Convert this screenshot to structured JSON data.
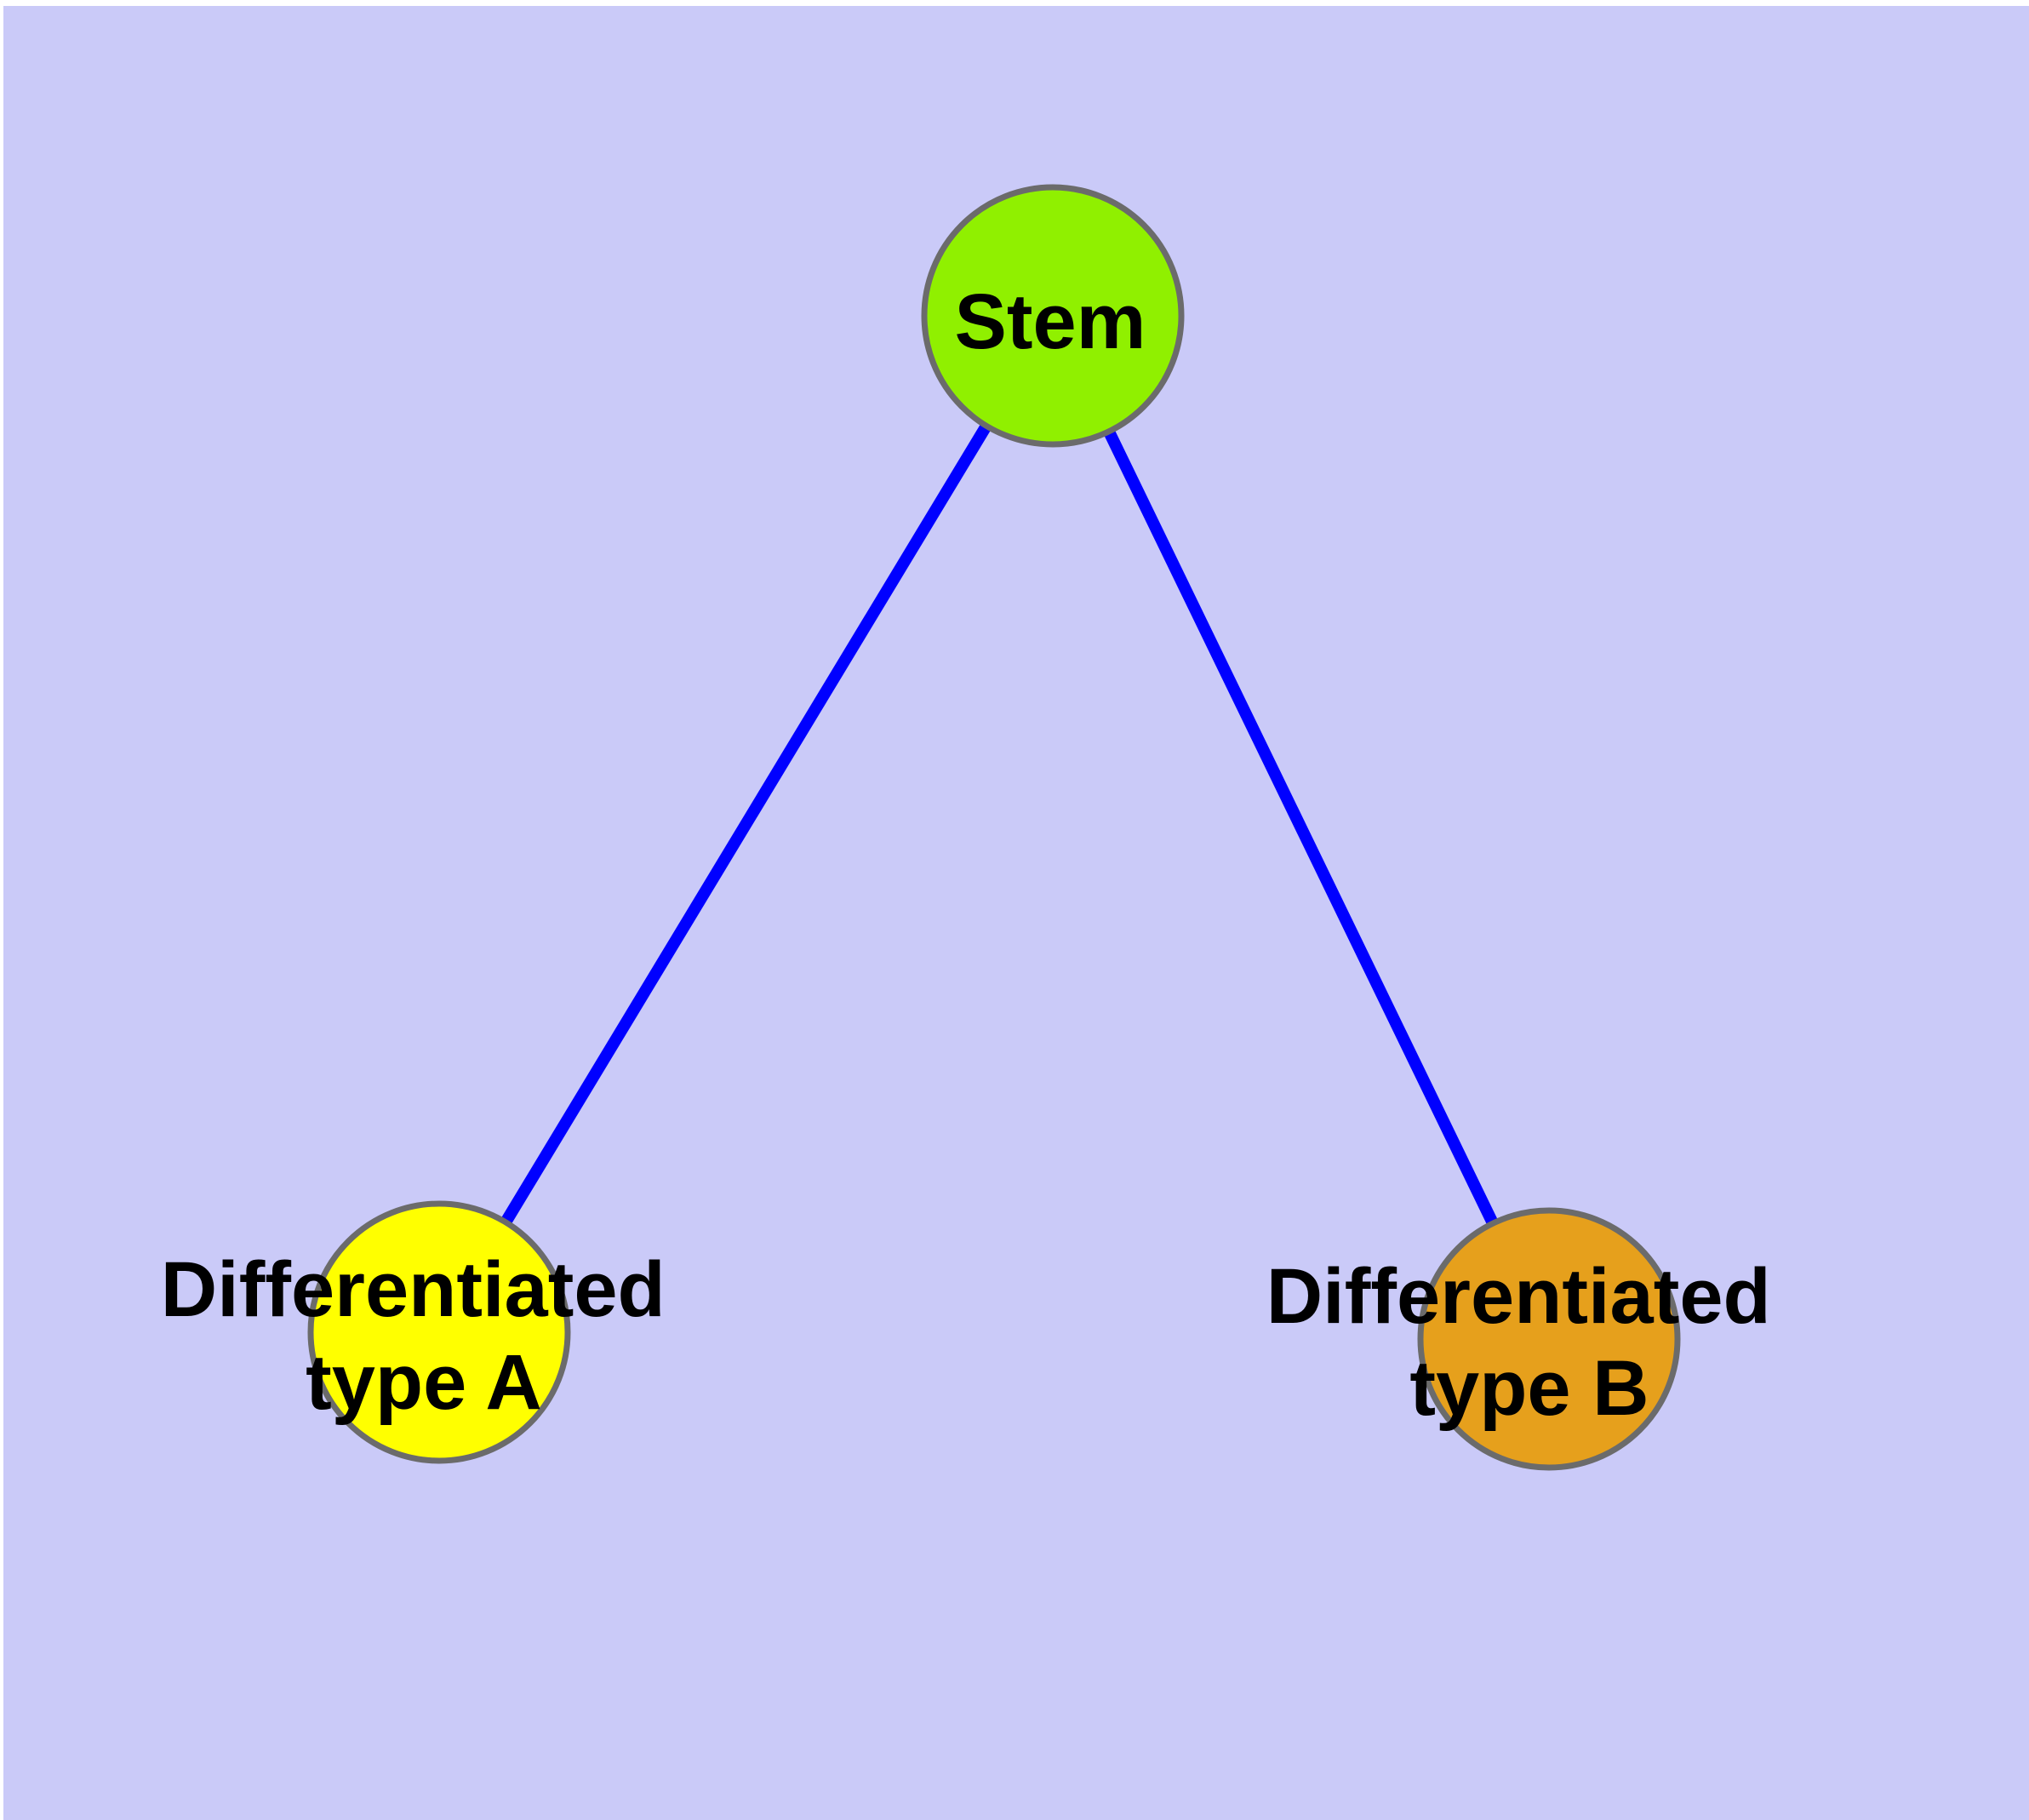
{
  "diagram": {
    "type": "graph",
    "colors": {
      "page_margin": "#ffffff",
      "background": "#cacaf8",
      "edge": "#0000ff",
      "node_border": "#6b6b6b",
      "label_text": "#000000",
      "stem_fill": "#90f000",
      "type_a_fill": "#ffff00",
      "type_b_fill": "#e6a01c"
    },
    "nodes": [
      {
        "id": "stem",
        "label": "Stem",
        "lines": [
          "Stem"
        ],
        "fill": "#90f000"
      },
      {
        "id": "differentiated-type-a",
        "label": "Differentiated type A",
        "lines": [
          "Differentiated",
          "type A"
        ],
        "fill": "#ffff00"
      },
      {
        "id": "differentiated-type-b",
        "label": "Differentiated type B",
        "lines": [
          "Differentiated",
          "type B"
        ],
        "fill": "#e6a01c"
      }
    ],
    "edges": [
      {
        "from": "Stem",
        "to": "Differentiated type A"
      },
      {
        "from": "Stem",
        "to": "Differentiated type B"
      }
    ]
  }
}
